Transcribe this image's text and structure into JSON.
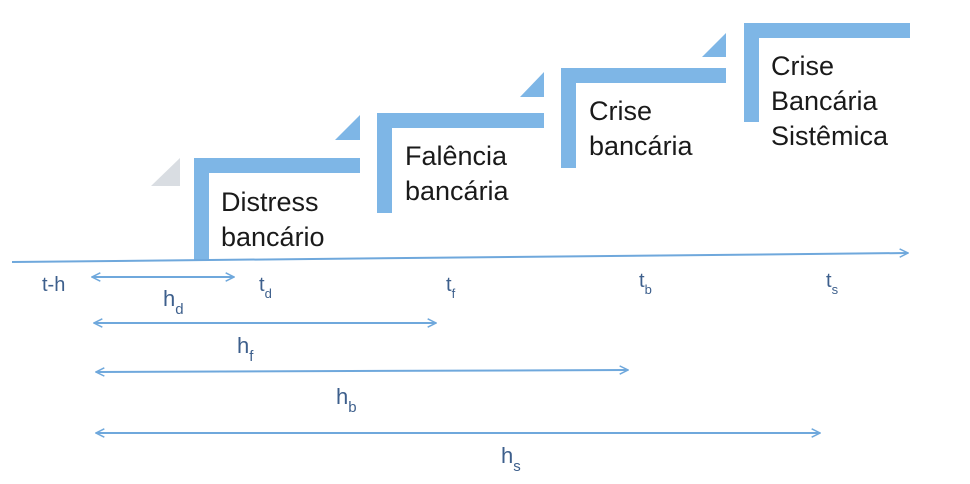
{
  "colors": {
    "step": "#7eb6e6",
    "step_ghost": "#d9dde2",
    "arrow": "#6fa8dc",
    "axis_text": "#3d5f8c",
    "step_text": "#1a1a1a"
  },
  "steps": [
    {
      "line1": "Distress",
      "line2": "bancário",
      "line3": ""
    },
    {
      "line1": "Falência",
      "line2": "bancária",
      "line3": ""
    },
    {
      "line1": "Crise",
      "line2": "bancária",
      "line3": ""
    },
    {
      "line1": "Crise",
      "line2": "Bancária",
      "line3": "Sistêmica"
    }
  ],
  "ticks": {
    "origin": "t-h",
    "t_d": {
      "base": "t",
      "sub": "d"
    },
    "t_f": {
      "base": "t",
      "sub": "f"
    },
    "t_b": {
      "base": "t",
      "sub": "b"
    },
    "t_s": {
      "base": "t",
      "sub": "s"
    }
  },
  "horizons": {
    "h_d": {
      "base": "h",
      "sub": "d"
    },
    "h_f": {
      "base": "h",
      "sub": "f"
    },
    "h_b": {
      "base": "h",
      "sub": "b"
    },
    "h_s": {
      "base": "h",
      "sub": "s"
    }
  }
}
